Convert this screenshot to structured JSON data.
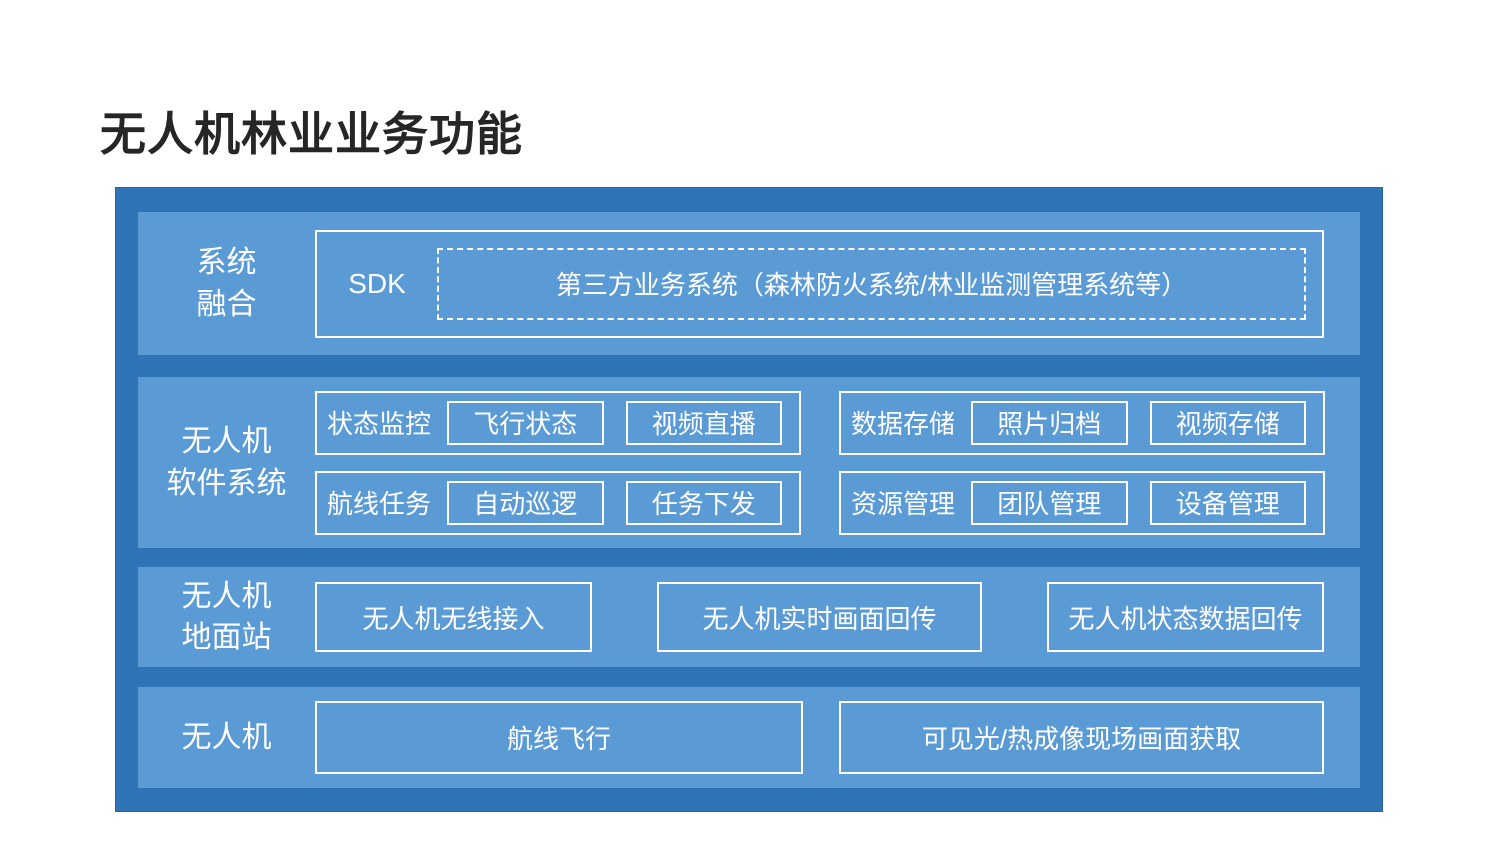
{
  "page": {
    "title": "无人机林业业务功能"
  },
  "colors": {
    "board_background": "#2E74B6",
    "band_background": "#5B9BD5",
    "box_border": "#FFFFFF",
    "text_on_blue": "#FFFFFF",
    "title_text": "#262626",
    "page_background": "#FFFFFF"
  },
  "rows": [
    {
      "name": "system-integration",
      "label_lines": [
        "系统",
        "融合"
      ],
      "sdk_label": "SDK",
      "third_party": "第三方业务系统（森林防火系统/林业监测管理系统等）"
    },
    {
      "name": "drone-software-system",
      "label_lines": [
        "无人机",
        "软件系统"
      ],
      "groups": [
        {
          "label": "状态监控",
          "items": [
            "飞行状态",
            "视频直播"
          ]
        },
        {
          "label": "航线任务",
          "items": [
            "自动巡逻",
            "任务下发"
          ]
        },
        {
          "label": "数据存储",
          "items": [
            "照片归档",
            "视频存储"
          ]
        },
        {
          "label": "资源管理",
          "items": [
            "团队管理",
            "设备管理"
          ]
        }
      ]
    },
    {
      "name": "drone-ground-station",
      "label_lines": [
        "无人机",
        "地面站"
      ],
      "items": [
        "无人机无线接入",
        "无人机实时画面回传",
        "无人机状态数据回传"
      ]
    },
    {
      "name": "drone",
      "label_lines": [
        "无人机"
      ],
      "items": [
        "航线飞行",
        "可见光/热成像现场画面获取"
      ]
    }
  ]
}
